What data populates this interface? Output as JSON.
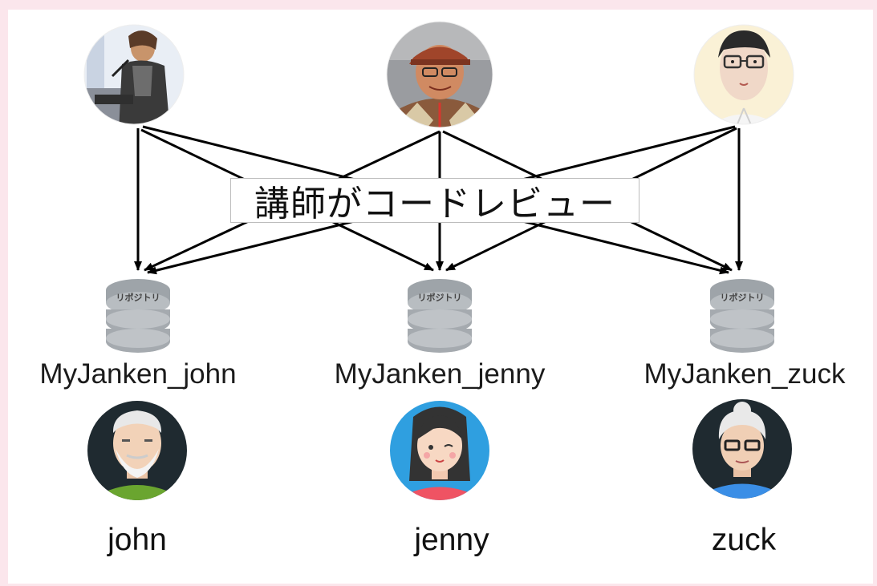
{
  "banner": {
    "text": "講師がコードレビュー"
  },
  "instructors": [
    {
      "icon": "instructor-presenter-icon"
    },
    {
      "icon": "instructor-cap-icon"
    },
    {
      "icon": "instructor-glasses-icon"
    }
  ],
  "repositories": [
    {
      "badge": "リポジトリ",
      "name": "MyJanken_john"
    },
    {
      "badge": "リポジトリ",
      "name": "MyJanken_jenny"
    },
    {
      "badge": "リポジトリ",
      "name": "MyJanken_zuck"
    }
  ],
  "students": [
    {
      "name": "john",
      "icon": "old-man-avatar-icon"
    },
    {
      "name": "jenny",
      "icon": "girl-avatar-icon"
    },
    {
      "name": "zuck",
      "icon": "grandma-avatar-icon"
    }
  ],
  "colors": {
    "background": "#fbe6ec",
    "panel": "#ffffff",
    "arrow": "#000000"
  }
}
